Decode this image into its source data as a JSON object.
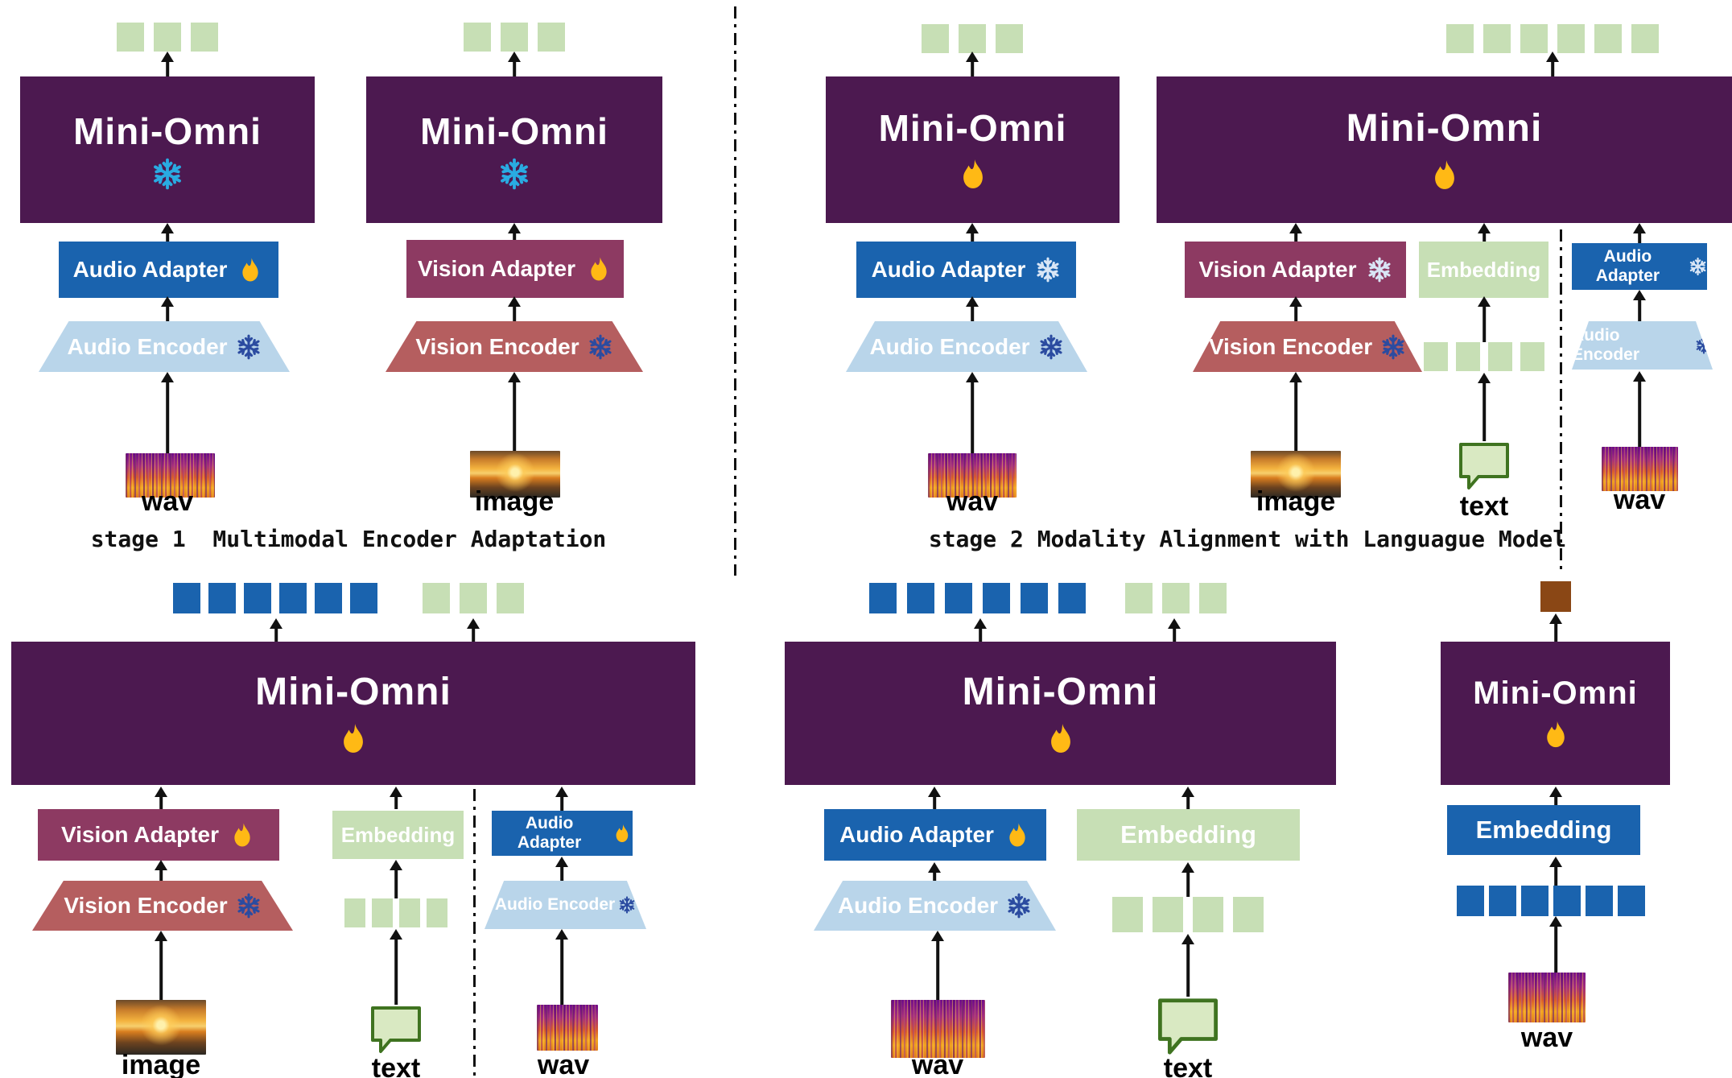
{
  "labels": {
    "model": "Mini-Omni",
    "audio_adapter": "Audio Adapter",
    "audio_encoder": "Audio Encoder",
    "vision_adapter": "Vision  Adapter",
    "vision_encoder": "Vision Encoder",
    "embedding": "Embedding",
    "wav": "wav",
    "image": "image",
    "text": "text",
    "caption_stage1": "stage 1  Multimodal Encoder Adaptation",
    "caption_stage2": "stage 2 Modality Alignment with Languague Model"
  },
  "colors": {
    "model_purple": "#4c1950",
    "adapter_blue": "#1a63ae",
    "encoder_light_blue": "#b9d5ea",
    "adapter_maroon": "#8d3a62",
    "encoder_dusty_red": "#b55e5f",
    "token_green": "#c7dfb5",
    "token_blue": "#1a63ae",
    "token_brown": "#8a4715",
    "snowflake_navy": "#2b4ba0",
    "snowflake_cyan": "#29abe2",
    "snowflake_light": "#d9e6f6",
    "flame_gold": "#FFB915",
    "bubble_fill": "#d9e9c2",
    "bubble_border": "#3f7320",
    "arrow_black": "#111111"
  },
  "tokens": {
    "s1_audio_out": {
      "count": 3,
      "color": "#c7dfb5",
      "w": 34,
      "h": 36,
      "gap": 12
    },
    "s1_vision_out": {
      "count": 3,
      "color": "#c7dfb5",
      "w": 34,
      "h": 36,
      "gap": 12
    },
    "s2_audio_out": {
      "count": 3,
      "color": "#c7dfb5",
      "w": 34,
      "h": 36,
      "gap": 12
    },
    "s2_right_out": {
      "count": 6,
      "color": "#c7dfb5",
      "w": 34,
      "h": 36,
      "gap": 12
    },
    "s2_text_in": {
      "count": 4,
      "color": "#c7dfb5",
      "w": 30,
      "h": 36,
      "gap": 10
    },
    "bl_audio_out": {
      "count": 6,
      "color": "#1a63ae",
      "w": 34,
      "h": 38,
      "gap": 10
    },
    "bl_text_out": {
      "count": 3,
      "color": "#c7dfb5",
      "w": 34,
      "h": 38,
      "gap": 12
    },
    "bl_text_in": {
      "count": 4,
      "color": "#c7dfb5",
      "w": 26,
      "h": 36,
      "gap": 8
    },
    "bm_audio_out": {
      "count": 6,
      "color": "#1a63ae",
      "w": 34,
      "h": 38,
      "gap": 13
    },
    "bm_text_out": {
      "count": 3,
      "color": "#c7dfb5",
      "w": 34,
      "h": 38,
      "gap": 12
    },
    "bm_text_in": {
      "count": 4,
      "color": "#c7dfb5",
      "w": 38,
      "h": 44,
      "gap": 12
    },
    "br_out": {
      "count": 1,
      "color": "#8a4715",
      "w": 38,
      "h": 38,
      "gap": 0
    },
    "br_audio_in": {
      "count": 6,
      "color": "#1a63ae",
      "w": 34,
      "h": 38,
      "gap": 6
    }
  }
}
